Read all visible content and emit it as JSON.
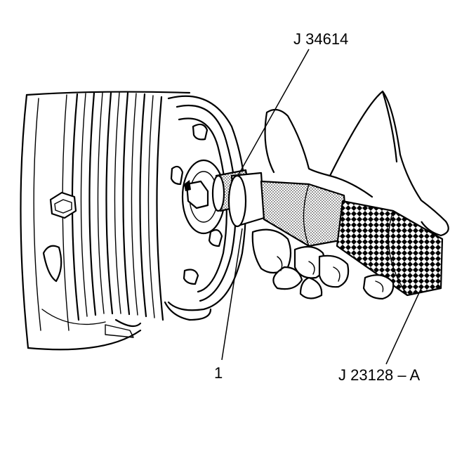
{
  "callouts": {
    "tool_top": "J 34614",
    "item_number": "1",
    "tool_handle": "J 23128 – A"
  }
}
